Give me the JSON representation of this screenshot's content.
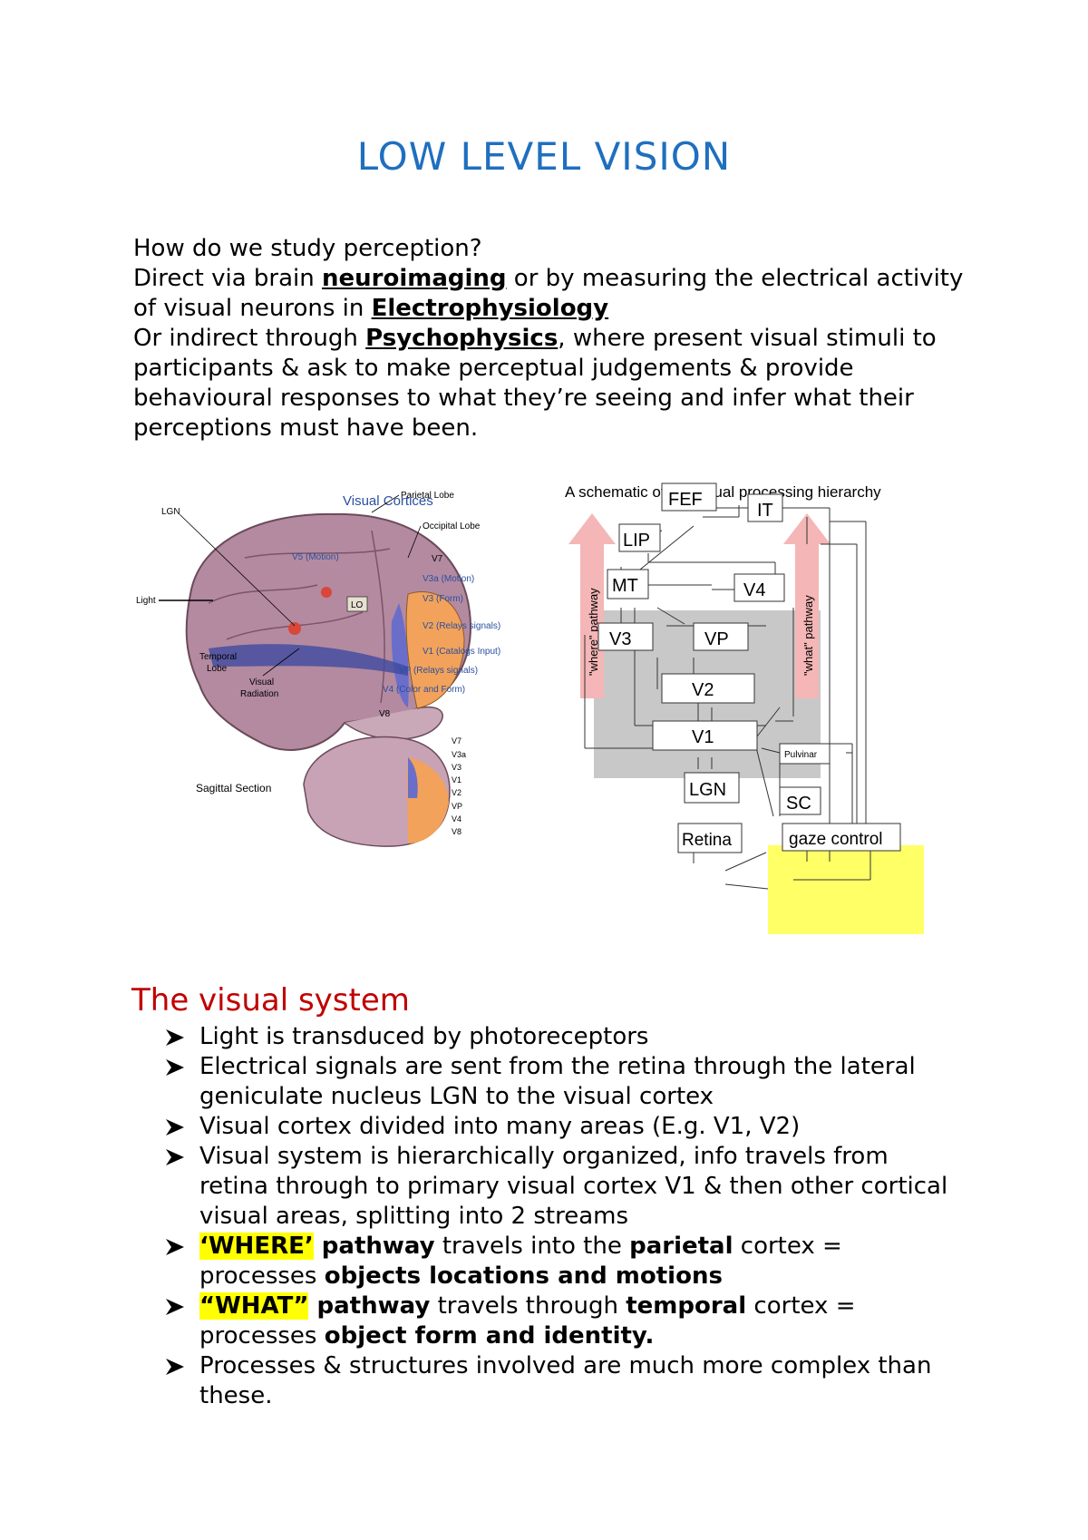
{
  "title": "LOW LEVEL VISION",
  "intro": {
    "question": "How do we study perception?",
    "line2_a": "Direct via brain ",
    "neuroimaging": "neuroimaging",
    "line2_b": " or by measuring the electrical activity of visual neurons in ",
    "electrophysiology": "Electrophysiology",
    "line3_a": "Or indirect through ",
    "psychophysics": "Psychophysics",
    "line3_b": ", where present visual stimuli to participants & ask to make perceptual judgements & provide behavioural responses to what they’re seeing and infer what their perceptions must have been."
  },
  "brain_figure": {
    "title": "Visual Cortices",
    "labels": {
      "lgn": "LGN",
      "light": "Light",
      "temporal": "Temporal",
      "lobe": "Lobe",
      "visual": "Visual",
      "radiation": "Radiation",
      "parietal": "Parietal Lobe",
      "occipital": "Occipital Lobe",
      "v7": "V7",
      "v5": "V5 (Motion)",
      "v3a": "V3a (Motion)",
      "v3": "V3 (Form)",
      "lo": "LO",
      "v2": "V2 (Relays signals)",
      "v1": "V1 (Catalogs Input)",
      "vp": "VP (Relays signals)",
      "v4": "V4 (Color and Form)",
      "v8": "V8"
    },
    "sagittal": {
      "title": "Sagittal Section",
      "labels": [
        "V7",
        "V3a",
        "V3",
        "V1",
        "V2",
        "VP",
        "V4",
        "V8"
      ]
    }
  },
  "schema_figure": {
    "title": "A schematic of the visual processing hierarchy",
    "where": "\"where\" pathway",
    "what": "\"what\" pathway",
    "boxes": {
      "fef": "FEF",
      "it": "IT",
      "lip": "LIP",
      "mt": "MT",
      "v4": "V4",
      "v3": "V3",
      "vp": "VP",
      "v2": "V2",
      "v1": "V1",
      "pulvinar": "Pulvinar",
      "lgn": "LGN",
      "sc": "SC",
      "retina": "Retina",
      "gaze": "gaze control"
    }
  },
  "section": {
    "title": "The visual system",
    "b1": "Light is transduced by photoreceptors",
    "b2": "Electrical signals are sent from the retina through the lateral geniculate nucleus LGN to the visual cortex",
    "b3": "Visual cortex divided into many areas (E.g. V1, V2)",
    "b4": "Visual system is hierarchically organized, info travels from retina through to primary visual cortex V1 & then other cortical visual areas, splitting into 2 streams",
    "b5_where": "‘WHERE’",
    "b5_pathway": " pathway",
    "b5_a": " travels into the ",
    "b5_parietal": "parietal",
    "b5_b": " cortex = processes ",
    "b5_obj": "objects locations and motions",
    "b6_what": "“WHAT”",
    "b6_pathway": " pathway",
    "b6_a": " travels through ",
    "b6_temporal": "temporal",
    "b6_b": " cortex = processes ",
    "b6_obj": "object form and identity.",
    "b7": "Processes & structures involved are much more complex than these."
  },
  "colors": {
    "title": "#1f6fbf",
    "section": "#c00000",
    "highlight": "#ffff00",
    "pathway_arrow": "#f4b6b6",
    "schema_gray": "#c8c8c8",
    "brain_label_blue": "#2a4fa0"
  }
}
